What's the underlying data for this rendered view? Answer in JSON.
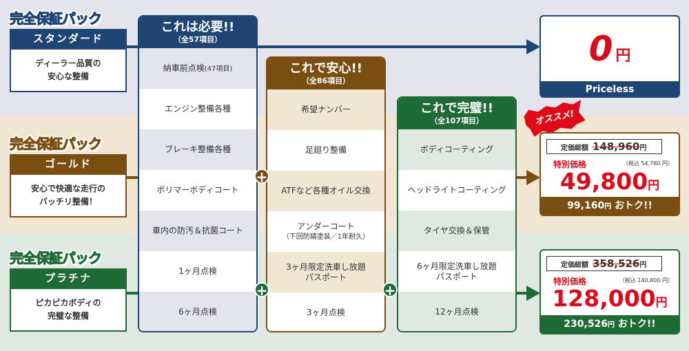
{
  "packs": {
    "standard": {
      "title": "完全保証パック",
      "name": "スタンダード",
      "desc": "ディーラー品質の\n安心な整備"
    },
    "gold": {
      "title": "完全保証パック",
      "name": "ゴールド",
      "desc": "安心で快適な走行の\nバッチリ整備！"
    },
    "platinum": {
      "title": "完全保証パック",
      "name": "プラチナ",
      "desc": "ピカピカボディの\n完璧な整備"
    }
  },
  "columns": {
    "c1": {
      "title": "これは必要!!",
      "sub": "（全57項目）",
      "items": [
        {
          "main": "納車前点検",
          "sub": "(47項目)"
        },
        {
          "main": "エンジン整備各種"
        },
        {
          "main": "ブレーキ整備各種"
        },
        {
          "main": "ポリマーボディコート"
        },
        {
          "main": "車内の防汚＆抗菌コート"
        },
        {
          "main": "1ヶ月点検"
        },
        {
          "main": "6ヶ月点検"
        }
      ]
    },
    "c2": {
      "title": "これで安心!!",
      "sub": "（全86項目）",
      "items": [
        {
          "main": "希望ナンバー"
        },
        {
          "main": "足廻り整備"
        },
        {
          "main": "ATFなど各種オイル交換"
        },
        {
          "main": "アンダーコート",
          "sub": "（下回防錆塗装／1年耐久）"
        },
        {
          "main": "3ヶ月限定洗車し放題",
          "line2": "パスポート"
        },
        {
          "main": "3ヶ月点検"
        }
      ]
    },
    "c3": {
      "title": "これで完璧!!",
      "sub": "（全107項目）",
      "items": [
        {
          "main": "ボディコーティング"
        },
        {
          "main": "ヘッドライトコーティング"
        },
        {
          "main": "タイヤ交換＆保管"
        },
        {
          "main": "6ヶ月限定洗車し放題",
          "line2": "パスポート"
        },
        {
          "main": "12ヶ月点検"
        }
      ]
    }
  },
  "plus_glyph": "+",
  "prices": {
    "standard": {
      "value": "0",
      "yen": "円",
      "label": "Priceless"
    },
    "badge": "オススメ!",
    "gold": {
      "reg_label": "定価総額",
      "reg_value": "148,960",
      "yen": "円",
      "special_label": "特別価格",
      "tax": "（税込 54,780 円）",
      "special_value": "49,800",
      "saving_value": "99,160",
      "saving_text": "おトク!!"
    },
    "platinum": {
      "reg_label": "定価総額",
      "reg_value": "358,526",
      "yen": "円",
      "special_label": "特別価格",
      "tax": "（税込 140,800 円）",
      "special_value": "128,000",
      "saving_value": "230,526",
      "saving_text": "おトク!!"
    }
  },
  "colors": {
    "navy": "#1e4573",
    "brown": "#7a4e10",
    "green": "#1e6b36",
    "red": "#e0091a"
  }
}
